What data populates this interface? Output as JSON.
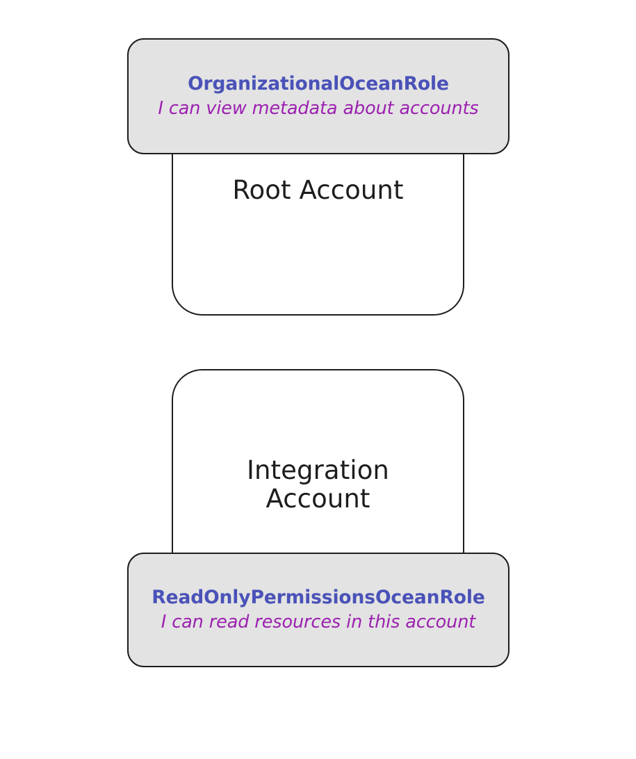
{
  "diagram": {
    "title": "AWS account roles diagram",
    "background_color": "#ffffff",
    "nodes": [
      {
        "id": "organizational-ocean-role",
        "type": "role",
        "name": "OrganizationalOceanRole",
        "description": "I can view metadata about accounts",
        "fill": "#e3e3e3",
        "stroke": "#1d1d1d",
        "name_color": "#4a52b8",
        "description_color": "#9c21b0"
      },
      {
        "id": "root-account",
        "type": "account",
        "label": "Root Account",
        "fill": "#ffffff",
        "stroke": "#1d1d1d",
        "label_color": "#1d1d1d"
      },
      {
        "id": "integration-account",
        "type": "account",
        "label": "Integration\nAccount",
        "fill": "#ffffff",
        "stroke": "#1d1d1d",
        "label_color": "#1d1d1d"
      },
      {
        "id": "readonly-permissions-ocean-role",
        "type": "role",
        "name": "ReadOnlyPermissionsOceanRole",
        "description": "I can read resources in this account",
        "fill": "#e3e3e3",
        "stroke": "#1d1d1d",
        "name_color": "#4a52b8",
        "description_color": "#9c21b0"
      }
    ]
  }
}
